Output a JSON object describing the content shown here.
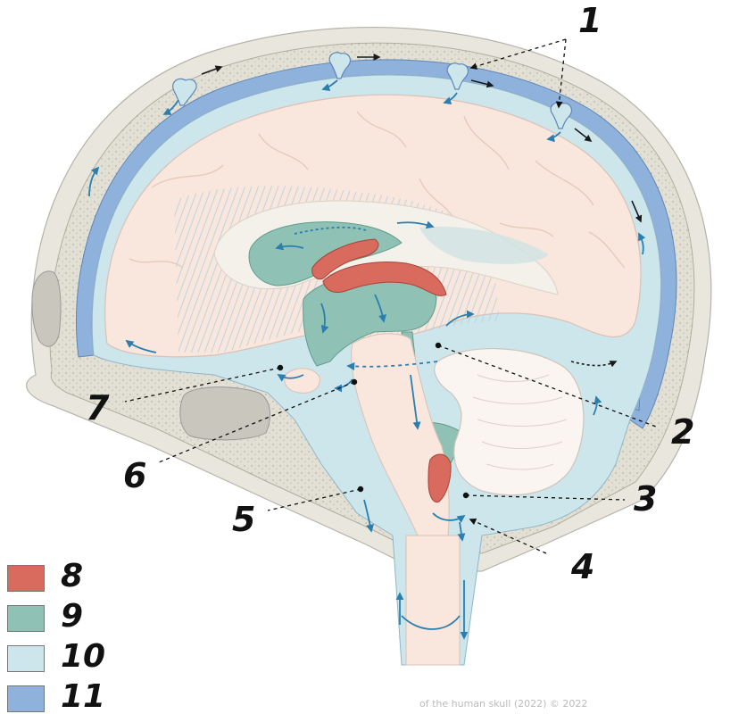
{
  "colors": {
    "choroid_plexus": "#d86a5e",
    "ventricles_csf": "#8fc2b4",
    "subarachnoid_space": "#cde6ec",
    "venous_sinus": "#8fb2dc",
    "brain_tissue": "#f9e6dc",
    "bone": "#e2e0d4",
    "skin": "#e9e7dd",
    "arrow_flow": "#2a7fb0",
    "arrow_venous": "#1a1a1a"
  },
  "icons": {
    "arachnoid_granulation": "mushroom-villus-icon",
    "csf_flow": "arrow-icon"
  },
  "labels": {
    "l1": "1",
    "l2": "2",
    "l3": "3",
    "l4": "4",
    "l5": "5",
    "l6": "6",
    "l7": "7"
  },
  "legend": [
    {
      "number": "8",
      "color": "#d86a5e"
    },
    {
      "number": "9",
      "color": "#8fc2b4"
    },
    {
      "number": "10",
      "color": "#cde6ec"
    },
    {
      "number": "11",
      "color": "#8fb2dc"
    }
  ],
  "credit": "of the human skull (2022) © 2022"
}
